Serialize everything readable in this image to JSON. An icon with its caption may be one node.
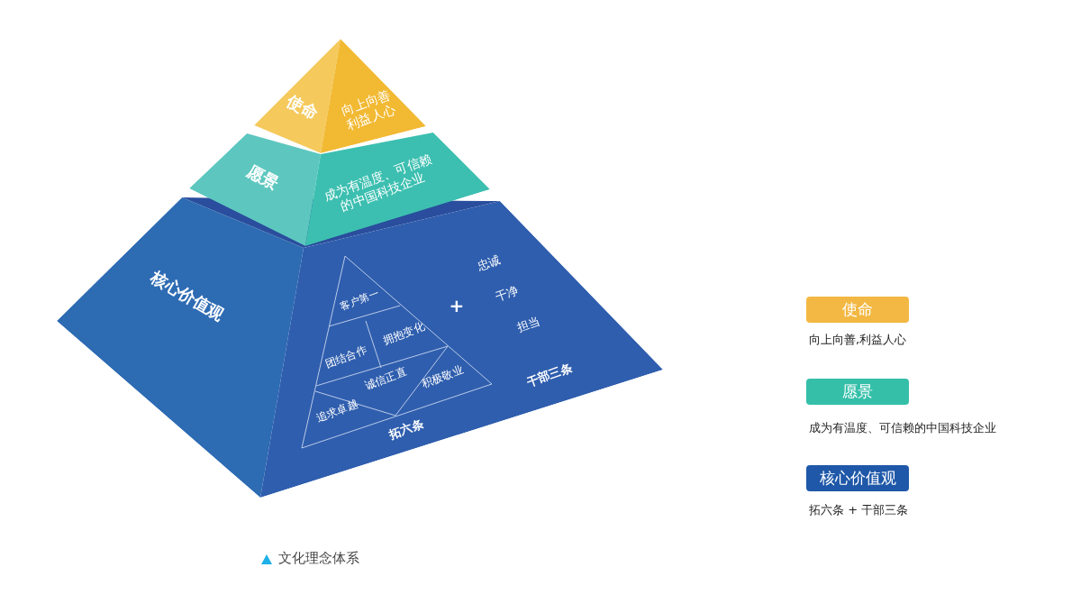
{
  "diagram": {
    "caption": "文化理念体系",
    "nodes": [
      {
        "text": [
          "使命",
          "向上向善利益人心"
        ]
      },
      {
        "text": [
          "愿景",
          "成为有温度、可信赖的中国科技企业"
        ]
      },
      {
        "text": [
          "核心价值观",
          "+",
          "忠诚",
          "干净",
          "担当",
          "干部三条",
          "拓六条"
        ]
      },
      {
        "text": [
          "客户第一"
        ],
        "in": 2
      },
      {
        "text": [
          "拥抱变化"
        ],
        "in": 2
      },
      {
        "text": [
          "团结合作"
        ],
        "in": 2
      },
      {
        "text": [
          "诚信正直"
        ],
        "in": 2
      },
      {
        "text": [
          "积极敬业"
        ],
        "in": 2
      },
      {
        "text": [
          "追求卓越"
        ],
        "in": 2
      },
      {
        "text": [
          "使命"
        ],
        "beside": [
          "向上向善,利益人心"
        ]
      },
      {
        "text": [
          "愿景"
        ],
        "beside": [
          "成为有温度、可信赖的中国科技企业"
        ]
      },
      {
        "text": [
          "核心价值观"
        ],
        "beside": [
          "拓六条 + 干部三条"
        ]
      }
    ]
  }
}
